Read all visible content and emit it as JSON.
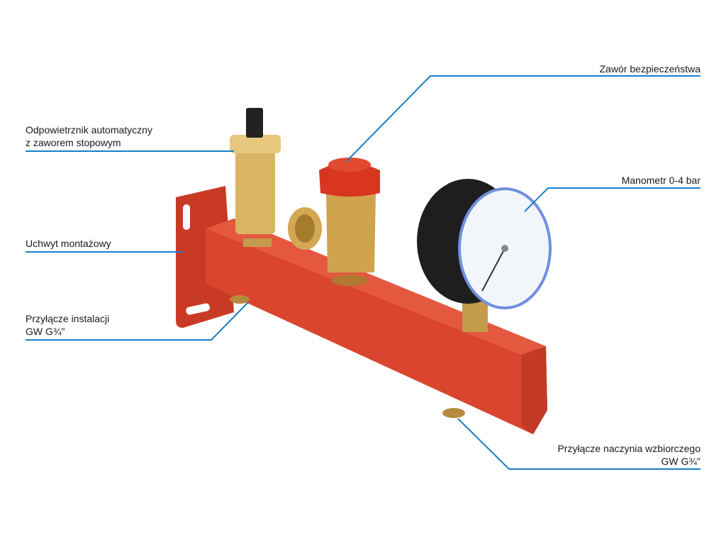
{
  "colors": {
    "callout_line": "#1a7ec8",
    "beam": "#d9452e",
    "brass": "#d9b464",
    "gauge_body": "#1e1e1e"
  },
  "labels": {
    "safety_valve": "Zawór bezpieczeństwa",
    "air_vent_line1": "Odpowietrznik automatyczny",
    "air_vent_line2": "z zaworem stopowym",
    "gauge": "Manometr 0-4 bar",
    "bracket": "Uchwyt montażowy",
    "install_conn_line1": "Przyłącze instalacji",
    "install_conn_line2": "GW G¾\"",
    "vessel_conn_line1": "Przyłącze naczynia wzbiorczego",
    "vessel_conn_line2": "GW G¾\""
  }
}
